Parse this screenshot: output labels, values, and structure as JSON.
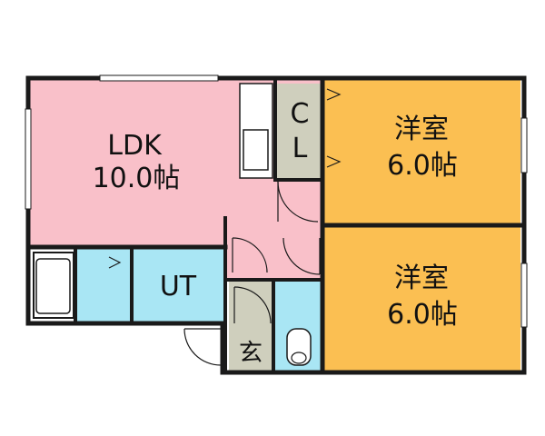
{
  "rooms": {
    "ldk": {
      "name": "LDK",
      "size": "10.0帖",
      "color": "#f9c0c9"
    },
    "bedroom1": {
      "name": "洋室",
      "size": "6.0帖",
      "color": "#fbbf52"
    },
    "bedroom2": {
      "name": "洋室",
      "size": "6.0帖",
      "color": "#fbbf52"
    },
    "ut": {
      "name": "UT",
      "color": "#a9e6f4"
    },
    "closet": {
      "line1": "C",
      "line2": "L",
      "color": "#cfcfbd"
    },
    "entrance": {
      "name": "玄",
      "color": "#cfcfbd"
    }
  },
  "colors": {
    "wall": "#1a1a1a",
    "fixture": "#cfcfcf",
    "water": "#a9e6f4"
  }
}
